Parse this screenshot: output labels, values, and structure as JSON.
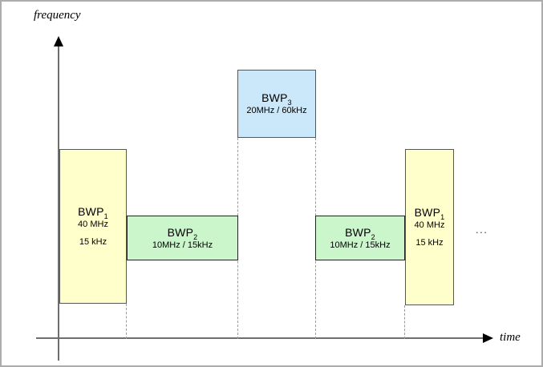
{
  "axes": {
    "y_label": "frequency",
    "x_label": "time",
    "line_color": "#6e6e6e",
    "arrow_color": "#000000"
  },
  "palette": {
    "yellow-fill": "#FFFFCC",
    "yellow-border": "#575757",
    "green-fill": "#CBF5CA",
    "green-border": "#222222",
    "blue-fill": "#CBE7FA",
    "blue-border": "#575757",
    "dashed": "#9a9a9a",
    "frame": "#ACACAC",
    "bg": "#FFFFFF"
  },
  "ellipsis": "...",
  "boxes": [
    {
      "name": "BWP",
      "sub": "1",
      "freq": "40 MHz",
      "scs": "15 kHz",
      "color": "yellow"
    },
    {
      "name": "BWP",
      "sub": "2",
      "spec": "10MHz / 15kHz",
      "color": "green"
    },
    {
      "name": "BWP",
      "sub": "3",
      "spec": "20MHz / 60kHz",
      "color": "blue"
    },
    {
      "name": "BWP",
      "sub": "2",
      "spec": "10MHz / 15kHz",
      "color": "green"
    },
    {
      "name": "BWP",
      "sub": "1",
      "freq": "40 MHz",
      "scs": "15 kHz",
      "color": "yellow"
    }
  ]
}
